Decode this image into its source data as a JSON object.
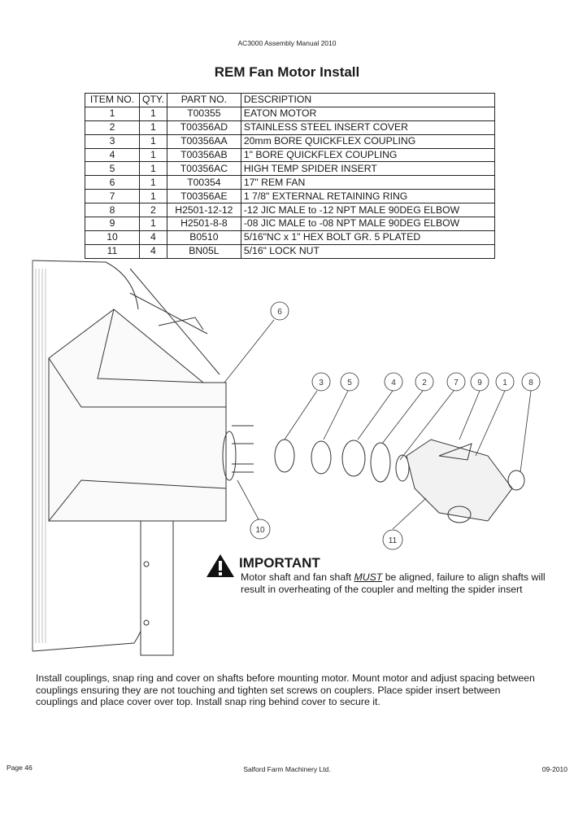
{
  "header": {
    "manual_title": "AC3000 Assembly Manual 2010"
  },
  "page_title": "REM Fan Motor Install",
  "parts_table": {
    "headers": [
      "ITEM NO.",
      "QTY.",
      "PART NO.",
      "DESCRIPTION"
    ],
    "rows": [
      [
        "1",
        "1",
        "T00355",
        "EATON MOTOR"
      ],
      [
        "2",
        "1",
        "T00356AD",
        "STAINLESS STEEL INSERT COVER"
      ],
      [
        "3",
        "1",
        "T00356AA",
        "20mm BORE QUICKFLEX COUPLING"
      ],
      [
        "4",
        "1",
        "T00356AB",
        "1\" BORE QUICKFLEX COUPLING"
      ],
      [
        "5",
        "1",
        "T00356AC",
        "HIGH TEMP SPIDER INSERT"
      ],
      [
        "6",
        "1",
        "T00354",
        "17\" REM FAN"
      ],
      [
        "7",
        "1",
        "T00356AE",
        "1 7/8\" EXTERNAL RETAINING RING"
      ],
      [
        "8",
        "2",
        "H2501-12-12",
        "-12 JIC MALE to -12 NPT MALE 90DEG ELBOW"
      ],
      [
        "9",
        "1",
        "H2501-8-8",
        "-08 JIC MALE to -08 NPT MALE 90DEG ELBOW"
      ],
      [
        "10",
        "4",
        "B0510",
        "5/16\"NC x 1\" HEX BOLT GR. 5 PLATED"
      ],
      [
        "11",
        "4",
        "BN05L",
        "5/16\" LOCK NUT"
      ]
    ]
  },
  "callouts": {
    "c1": "1",
    "c2": "2",
    "c3": "3",
    "c4": "4",
    "c5": "5",
    "c6": "6",
    "c7": "7",
    "c8": "8",
    "c9": "9",
    "c10": "10",
    "c11": "11"
  },
  "important": {
    "title": "IMPORTANT",
    "text_before": "Motor shaft and fan shaft ",
    "emphasis": "MUST",
    "text_after": " be aligned, failure to align shafts will result in overheating of the coupler and melting the spider insert",
    "icon": "warning-triangle-icon"
  },
  "instructions": "Install couplings, snap ring and cover on shafts before mounting motor. Mount motor and adjust spacing between couplings ensuring they are not touching and tighten set screws on couplers. Place spider insert between couplings and place cover over top. Install snap ring behind cover to secure it.",
  "footer": {
    "page": "Page 46",
    "company": "Salford Farm Machinery Ltd.",
    "date": "09-2010"
  }
}
